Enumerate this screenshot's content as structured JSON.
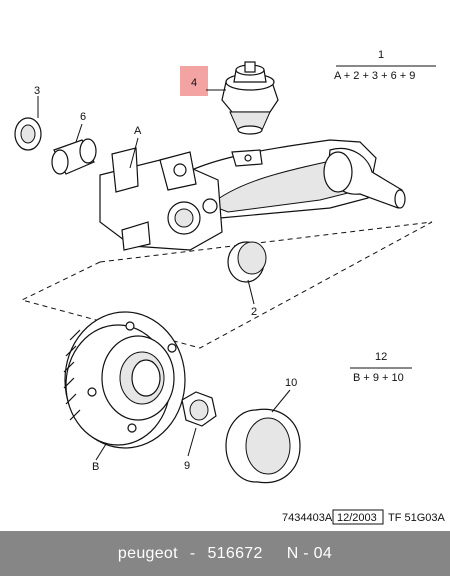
{
  "callouts": {
    "c1": "1",
    "c2": "2",
    "c3": "3",
    "c4": "4",
    "c6": "6",
    "c9": "9",
    "c10": "10",
    "c12": "12",
    "cA": "A",
    "cB": "B"
  },
  "groups": {
    "g1_formula": "A + 2 + 3 + 6 + 9",
    "g12_formula": "B + 9 + 10"
  },
  "reference": {
    "code": "7434403A",
    "date": "12/2003",
    "variant": "TF 51G03A"
  },
  "footer": {
    "brand": "peugeot",
    "part_number": "516672",
    "suffix": "N - 04"
  },
  "colors": {
    "highlight": "#f4a3a3",
    "footer_bg": "#868686"
  }
}
